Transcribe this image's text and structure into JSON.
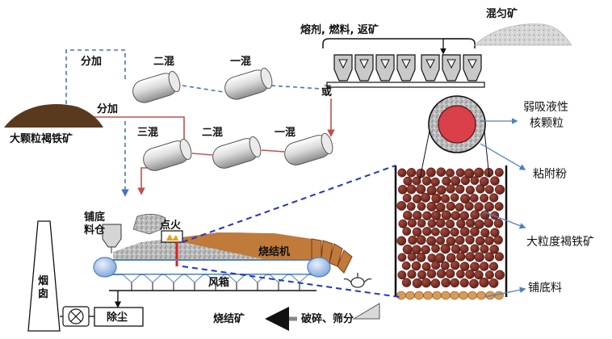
{
  "labels": {
    "fenjia_top": "分加",
    "fenjia_left": "分加",
    "er_hun_top": "二混",
    "yi_hun_top": "一混",
    "flux": "熔剂, 燃料, 返矿",
    "mixed_ore": "混匀矿",
    "or": "或",
    "big_ore_left": "大颗粒褐铁矿",
    "san_hun": "三混",
    "er_hun_mid": "二混",
    "yi_hun_mid": "一混",
    "hearth_bin": "铺底\n料仓",
    "ignition": "点火",
    "sinter_machine": "烧结机",
    "wind_box": "风箱",
    "chimney": "烟\n囱",
    "dedust": "除尘",
    "sinter_ore": "烧结矿",
    "crush_screen": "破碎、筛分",
    "core_particle": "弱吸液性\n核颗粒",
    "adhering_powder": "粘附粉",
    "big_limonite": "大粒度褐铁矿",
    "hearth_layer": "铺底料"
  },
  "colors": {
    "blue_dash": "#4a72c4",
    "red_line": "#c0504d",
    "pellet": "#7a2a22",
    "core": "#d9404a",
    "ore_brown": "#5a3a1e",
    "sinter_bed": "#c07a3a"
  }
}
